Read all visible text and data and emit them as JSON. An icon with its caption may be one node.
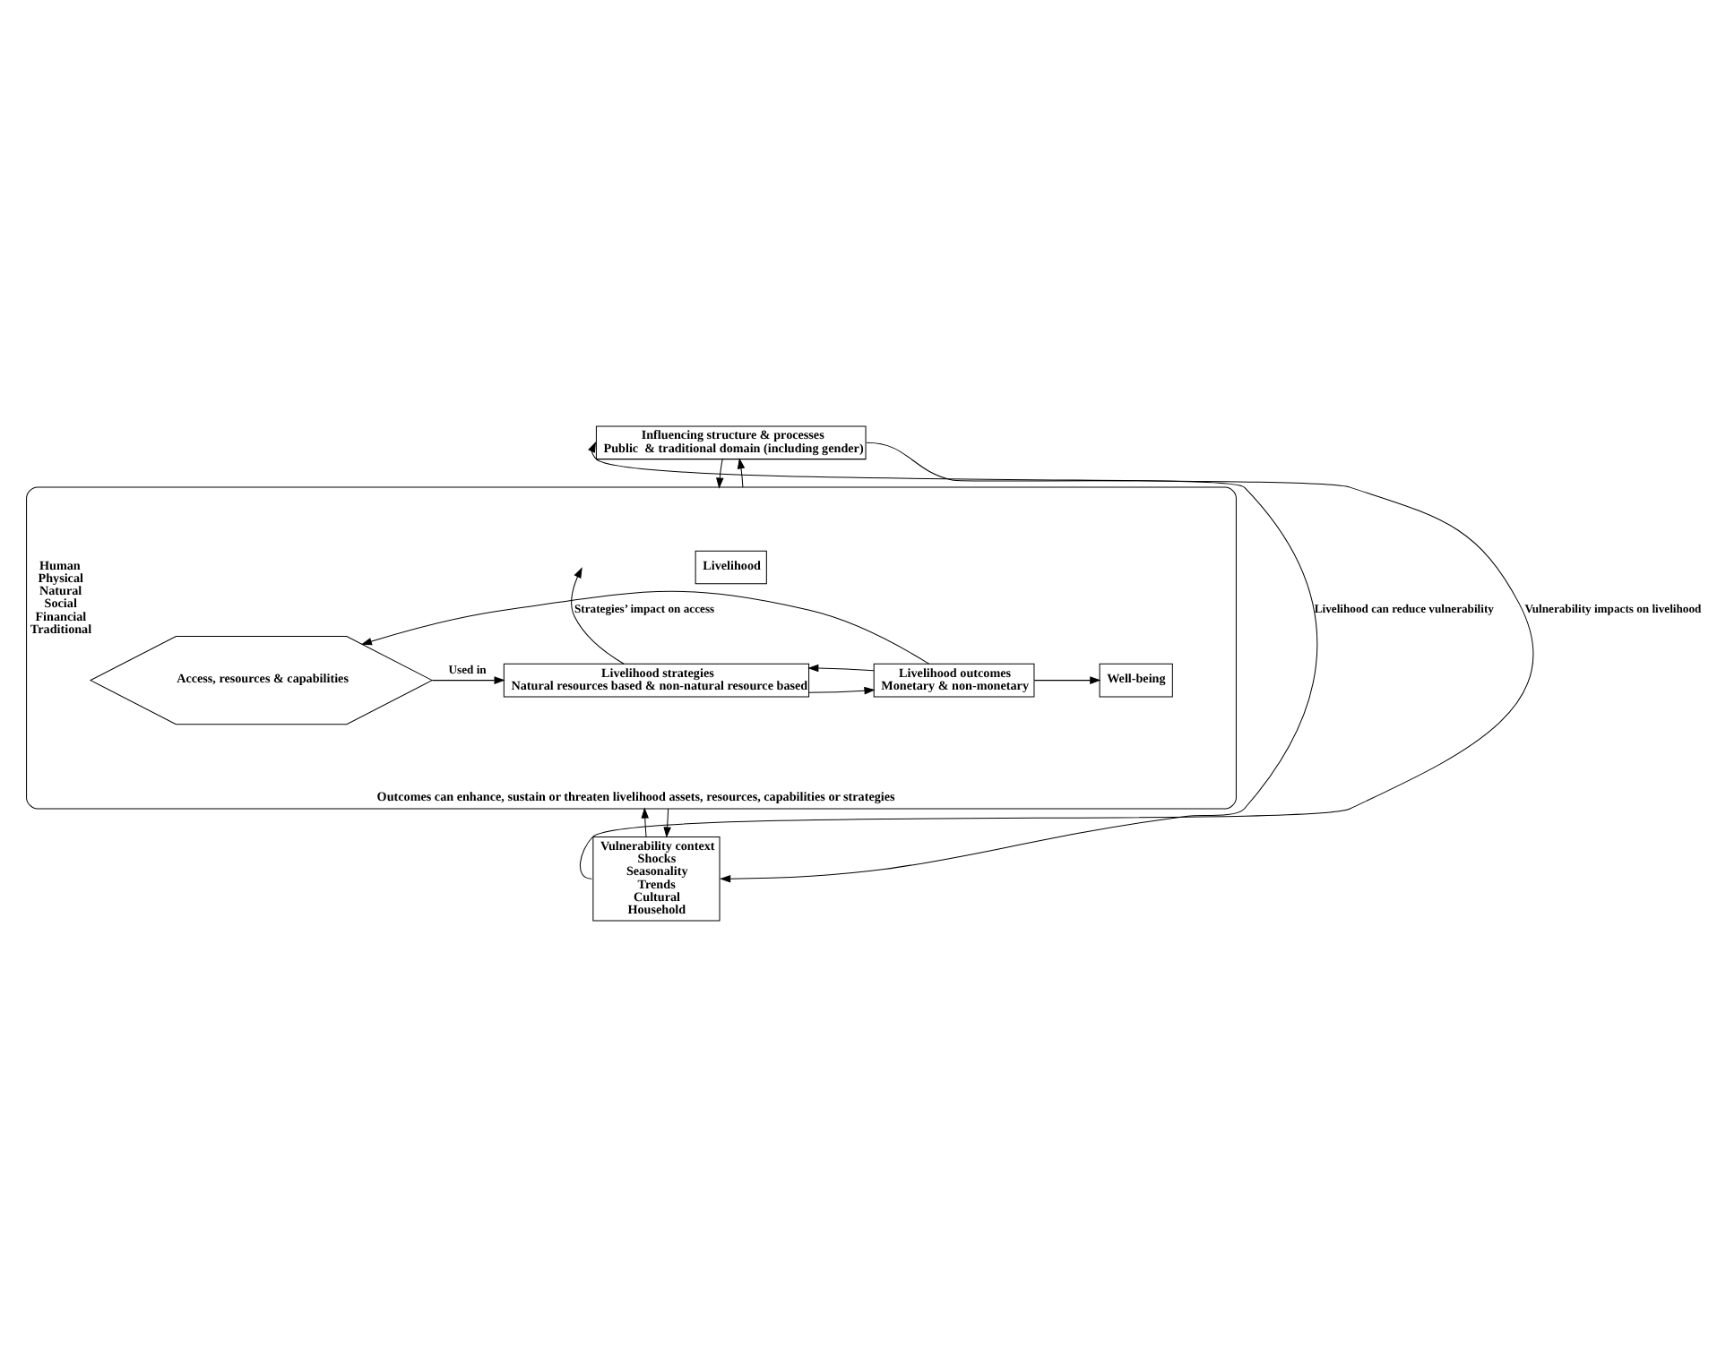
{
  "diagram": {
    "nodes": [
      {
        "text": [
          "Influencing structure & processes",
          "Public  & traditional domain (including gender)"
        ]
      },
      {
        "text": [
          "Outcomes can enhance, sustain or threaten livelihood assets, resources, capabilities or strategies"
        ]
      },
      {
        "text": [
          "Livelihood"
        ],
        "in": 1
      },
      {
        "text": [
          "Access, resources & capabilities"
        ],
        "in": 1,
        "beside": [
          "Human",
          "Physical",
          "Natural",
          "Social",
          "Financial",
          "Traditional"
        ]
      },
      {
        "text": [
          "Livelihood strategies",
          "Natural resources based & non-natural resource based"
        ],
        "in": 1
      },
      {
        "text": [
          "Livelihood outcomes",
          "Monetary & non-monetary"
        ],
        "in": 1
      },
      {
        "text": [
          "Well-being"
        ],
        "in": 1
      },
      {
        "text": [
          "Vulnerability context",
          "Shocks",
          "Seasonality",
          "Trends",
          "Cultural",
          "Household"
        ]
      }
    ],
    "edges": [
      {
        "from": 0,
        "to": 1,
        "arrow": "to"
      },
      {
        "from": 1,
        "to": 0,
        "arrow": "to"
      },
      {
        "from": 4,
        "to": null,
        "arrow": "to",
        "label": "Strategies’ impact on access"
      },
      {
        "from": 3,
        "to": 4,
        "arrow": "to",
        "label": "Used in"
      },
      {
        "from": 4,
        "to": 5,
        "arrow": "to"
      },
      {
        "from": 5,
        "to": 6,
        "arrow": "to"
      },
      {
        "from": 5,
        "to": 3,
        "arrow": "to"
      },
      {
        "from": 5,
        "to": 4,
        "arrow": "to"
      },
      {
        "from": 7,
        "to": 1,
        "arrow": "to"
      },
      {
        "from": 1,
        "to": 7,
        "arrow": "to"
      },
      {
        "from": 7,
        "to": 0,
        "arrow": "to",
        "label": "Vulnerability impacts on livelihood"
      },
      {
        "from": 0,
        "to": 7,
        "arrow": "to",
        "label": "Livelihood can reduce vulnerability"
      }
    ]
  }
}
